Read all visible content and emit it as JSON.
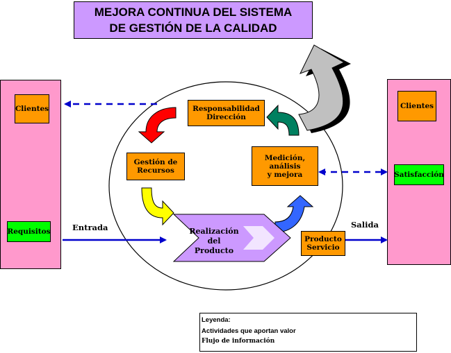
{
  "title": "MEJORA CONTINUA DEL SISTEMA\nDE GESTIÓN DE LA CALIDAD",
  "left_panel": {
    "clientes": "Clientes",
    "requisitos": "Requisitos"
  },
  "right_panel": {
    "clientes": "Clientes",
    "satisfaccion": "Satisfacción"
  },
  "process": {
    "responsabilidad": "Responsabilidad\nDirección",
    "gestion": "Gestión de\nRecursos",
    "medicion": "Medición,\nanálisis\ny mejora",
    "realizacion": "Realización\ndel\nProducto",
    "producto": "Producto\nServicio"
  },
  "flow_labels": {
    "entrada": "Entrada",
    "salida": "Salida"
  },
  "legend": {
    "title": "Leyenda:",
    "value_activities": "Actividades que aportan valor",
    "info_flow": "Flujo de información"
  },
  "colors": {
    "title_bg": "#cc99ff",
    "panel_pink": "#ff99cc",
    "box_orange": "#ff9900",
    "box_green": "#00ff00",
    "arrow_blue": "#0000cc",
    "arrow_red": "#ff0000",
    "arrow_teal": "#008060",
    "arrow_yellow": "#ffff00",
    "arrow_bright_blue": "#3366ff",
    "arrow_gray": "#c0c0c0",
    "realizacion_fill": "#cc99ff"
  }
}
